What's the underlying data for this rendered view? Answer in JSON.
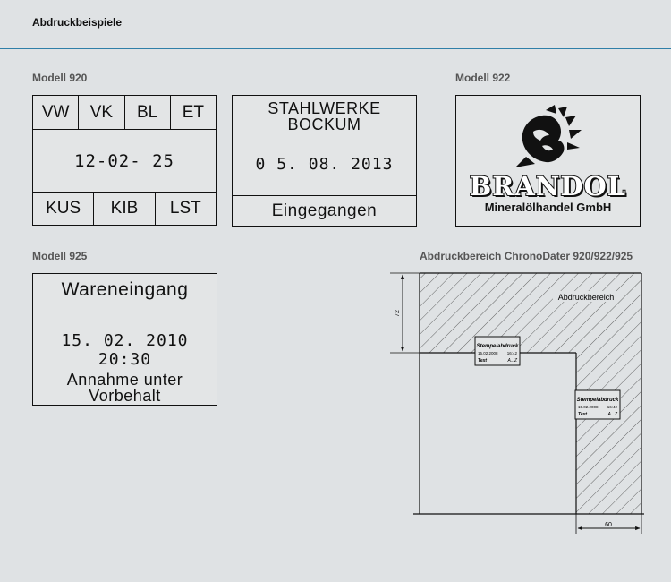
{
  "header": {
    "title": "Abdruckbeispiele"
  },
  "sections": {
    "modell_920": "Modell 920",
    "modell_922": "Modell 922",
    "modell_925": "Modell 925",
    "abdruckbereich": "Abdruckbereich ChronoDater 920/922/925"
  },
  "stamp_920": {
    "top_cells": [
      "VW",
      "VK",
      "BL",
      "ET"
    ],
    "date": "12-02- 25",
    "bottom_cells": [
      "KUS",
      "KIB",
      "LST"
    ]
  },
  "stamp_stahl": {
    "line1": "STAHLWERKE",
    "line2": "BOCKUM",
    "date": "0 5. 08. 2013",
    "footer": "Eingegangen"
  },
  "stamp_922": {
    "brand": "BRANDOL",
    "company": "Mineralölhandel GmbH"
  },
  "stamp_925": {
    "title": "Wareneingang",
    "datetime": "15. 02. 2010 20:30",
    "line1": "Annahme unter",
    "line2": "Vorbehalt"
  },
  "diagram": {
    "area_label": "Abdruckbereich",
    "dim_vertical": "72",
    "dim_horizontal": "60",
    "sample_title": "Stempelabdruck",
    "sample_date": "15.02.2008",
    "sample_time": "16:42",
    "sample_text": "Text",
    "sample_range": "A...Z"
  }
}
